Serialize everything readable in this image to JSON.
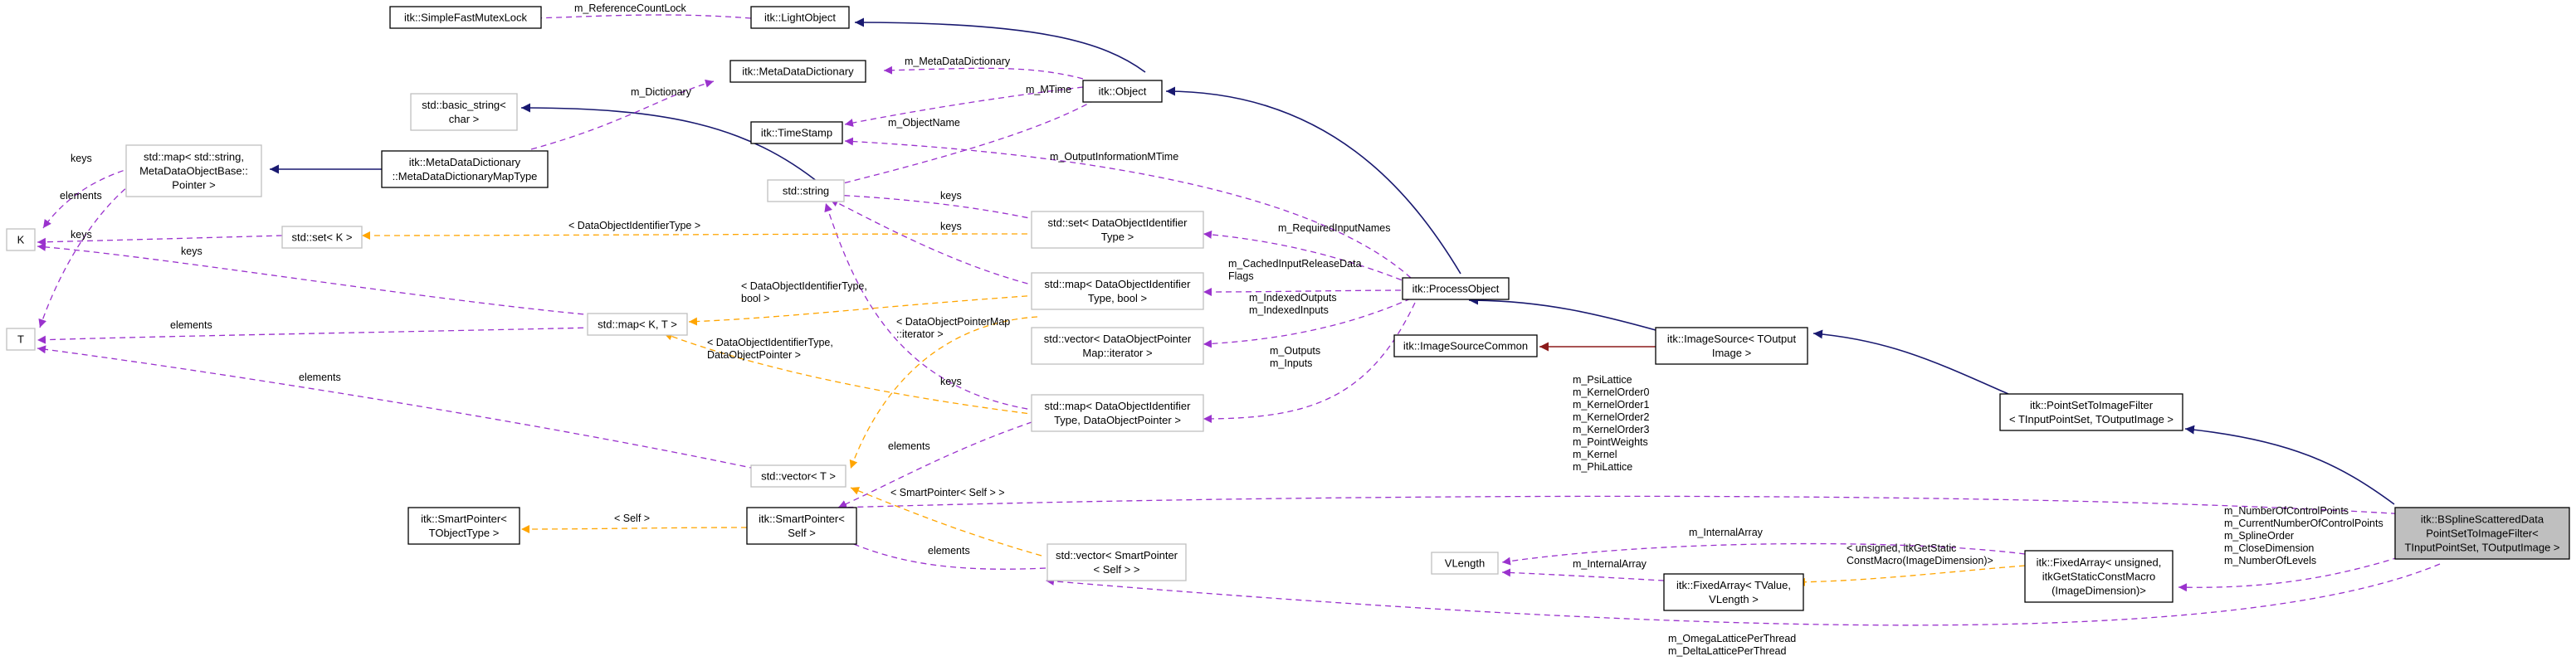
{
  "nodes": {
    "simple_fast_mutex_lock": [
      "itk::SimpleFastMutexLock"
    ],
    "light_object": [
      "itk::LightObject"
    ],
    "object": [
      "itk::Object"
    ],
    "meta_data_dictionary": [
      "itk::MetaDataDictionary"
    ],
    "time_stamp": [
      "itk::TimeStamp"
    ],
    "basic_string": [
      "std::basic_string<",
      "char >"
    ],
    "std_string": [
      "std::string"
    ],
    "map_metadata": [
      "std::map< std::string,",
      "MetaDataObjectBase::",
      "Pointer >"
    ],
    "metadata_dictionary_maptype": [
      "itk::MetaDataDictionary",
      "::MetaDataDictionaryMapType"
    ],
    "K": [
      "K"
    ],
    "T": [
      "T"
    ],
    "set_K": [
      "std::set< K >"
    ],
    "set_doi": [
      "std::set< DataObjectIdentifier",
      "Type >"
    ],
    "map_doi_bool": [
      "std::map< DataObjectIdentifier",
      "Type, bool >"
    ],
    "map_K_T": [
      "std::map< K, T >"
    ],
    "vector_doipm": [
      "std::vector< DataObjectPointer",
      "Map::iterator >"
    ],
    "map_doi_dop": [
      "std::map< DataObjectIdentifier",
      "Type, DataObjectPointer >"
    ],
    "vector_T": [
      "std::vector< T >"
    ],
    "process_object": [
      "itk::ProcessObject"
    ],
    "image_source_common": [
      "itk::ImageSourceCommon"
    ],
    "image_source": [
      "itk::ImageSource< TOutput",
      "Image >"
    ],
    "point_set_to_image_filter": [
      "itk::PointSetToImageFilter",
      "< TInputPointSet, TOutputImage >"
    ],
    "smart_pointer_objtype": [
      "itk::SmartPointer<",
      "TObjectType >"
    ],
    "smart_pointer_self": [
      "itk::SmartPointer<",
      "Self >"
    ],
    "vector_smart_pointer": [
      "std::vector< SmartPointer",
      "< Self > >"
    ],
    "vlength": [
      "VLength"
    ],
    "fixed_array_tvalue": [
      "itk::FixedArray< TValue,",
      "VLength >"
    ],
    "fixed_array_unsigned": [
      "itk::FixedArray< unsigned,",
      "itkGetStaticConstMacro",
      "(ImageDimension)>"
    ],
    "bspline": [
      "itk::BSplineScatteredData",
      "PointSetToImageFilter<",
      " TInputPointSet, TOutputImage >"
    ]
  },
  "labels": {
    "m_reference_count_lock": [
      "m_ReferenceCountLock"
    ],
    "m_meta_data_dictionary": [
      "m_MetaDataDictionary"
    ],
    "m_mtime": [
      "m_MTime"
    ],
    "m_object_name": [
      "m_ObjectName"
    ],
    "m_dictionary": [
      "m_Dictionary"
    ],
    "keys_map_metadata": [
      "keys"
    ],
    "elements_map_metadata": [
      "elements"
    ],
    "m_output_information_mtime": [
      "m_OutputInformationMTime"
    ],
    "keys_set_doi": [
      "keys"
    ],
    "m_required_input_names": [
      "m_RequiredInputNames"
    ],
    "doi_type_set": [
      "< DataObjectIdentifierType >"
    ],
    "keys_map_doi_bool": [
      "keys"
    ],
    "keys_set_K": [
      "keys"
    ],
    "m_cached_input_release": [
      "m_CachedInputReleaseData",
      "Flags"
    ],
    "keys_map_K_T": [
      "keys"
    ],
    "doi_bool": [
      "< DataObjectIdentifierType,",
      "bool >"
    ],
    "m_indexed": [
      "m_IndexedOutputs",
      "m_IndexedInputs"
    ],
    "elements_map_K_T": [
      "elements"
    ],
    "doi_dop": [
      "< DataObjectIdentifierType,",
      "DataObjectPointer >"
    ],
    "doipm_iterator": [
      "< DataObjectPointerMap",
      "::iterator >"
    ],
    "keys_map_doi_dop": [
      "keys"
    ],
    "m_outputs_inputs": [
      "m_Outputs",
      "m_Inputs"
    ],
    "elements_vector_T": [
      "elements"
    ],
    "psi_lattice": [
      "m_PsiLattice",
      "m_KernelOrder0",
      "m_KernelOrder1",
      "m_KernelOrder2",
      "m_KernelOrder3",
      "m_PointWeights",
      "m_Kernel",
      "m_PhiLattice"
    ],
    "elements_vector_sp": [
      "elements"
    ],
    "smart_pointer_self_tmpl": [
      "< SmartPointer< Self > >"
    ],
    "self_tmpl": [
      "< Self >"
    ],
    "elements_smart_pointer": [
      "elements"
    ],
    "number_of_control_points": [
      "m_NumberOfControlPoints",
      "m_CurrentNumberOfControlPoints",
      "m_SplineOrder",
      "m_CloseDimension",
      "m_NumberOfLevels"
    ],
    "m_internal_array_1": [
      "m_InternalArray"
    ],
    "unsigned_macro": [
      "< unsigned, itkGetStatic",
      "ConstMacro(ImageDimension)>"
    ],
    "m_internal_array_2": [
      "m_InternalArray"
    ],
    "omega_delta": [
      "m_OmegaLatticePerThread",
      "m_DeltaLatticePerThread"
    ]
  },
  "colors": {
    "inheritance": "#191970",
    "usage": "#9a32cd",
    "template": "#ffa500",
    "private_inheritance": "#8b1a1a",
    "root_fill": "#bfbfbf",
    "external_border": "#bfbfbf"
  }
}
